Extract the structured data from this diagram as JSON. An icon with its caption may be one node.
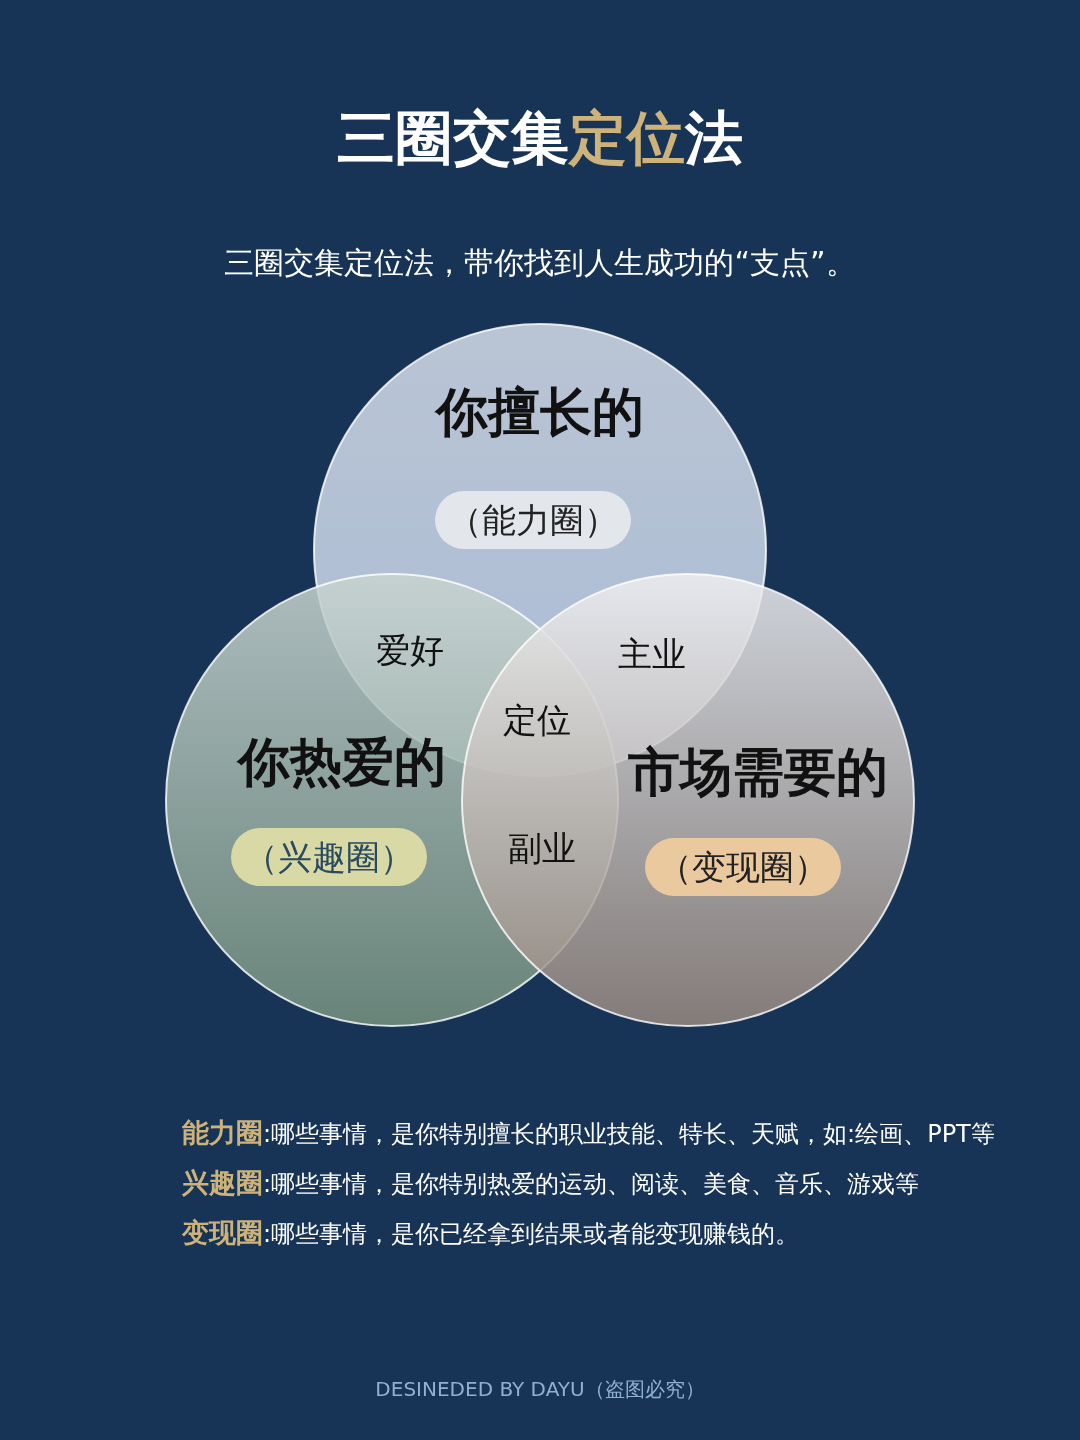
{
  "diagram": {
    "title": "三圈交集**定位**法",
    "nodes": [
      {
        "text": [
          "你擅长的",
          "（能力圈）"
        ]
      },
      {
        "text": [
          "你热爱的",
          "（兴趣圈）"
        ]
      },
      {
        "text": [
          "市场需要的",
          "（变现圈）"
        ]
      }
    ],
    "edges": [],
    "labels": [
      "三圈交集定位法，带你找到人生成功的“支点”。",
      "爱好",
      "主业",
      "定位",
      "副业",
      "**能力圈**:哪些事情，是你特别擅长的职业技能、特长、天赋，如:绘画、PPT等",
      "**兴趣圈**:哪些事情，是你特别热爱的运动、阅读、美食、音乐、游戏等",
      "**变现圈**:哪些事情，是你已经拿到结果或者能变现赚钱的。",
      "DESINEDED BY DAYU（盗图必究）"
    ]
  }
}
